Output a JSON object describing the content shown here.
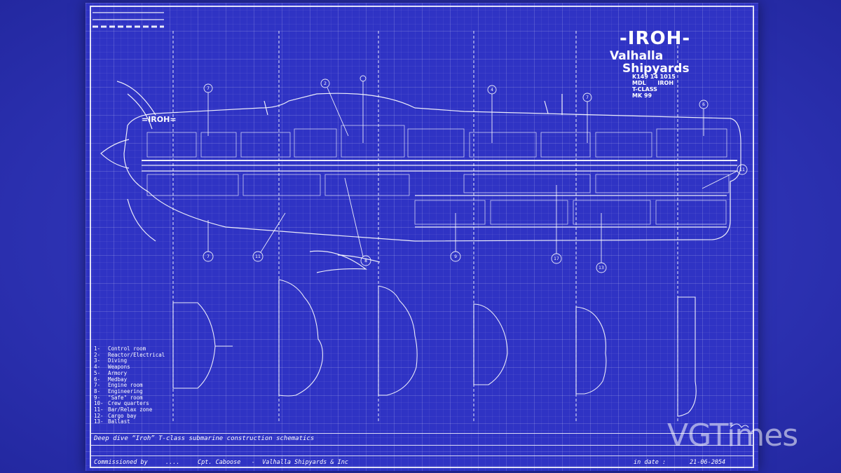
{
  "brand": {
    "title": "-IROH-",
    "subtitle_line1": "Valhalla",
    "subtitle_line2": "Shipyards"
  },
  "specs": [
    "K149 14 1015",
    "MDL      IROH",
    "T-CLASS",
    "MK 99"
  ],
  "hull_label": "=IROH=",
  "legend": [
    {
      "num": "1-",
      "label": "Control room"
    },
    {
      "num": "2-",
      "label": "Reactor/Electrical"
    },
    {
      "num": "3-",
      "label": "Diving"
    },
    {
      "num": "4-",
      "label": "Weapons"
    },
    {
      "num": "5-",
      "label": "Armory"
    },
    {
      "num": "6-",
      "label": "Medbay"
    },
    {
      "num": "7-",
      "label": "Engine room"
    },
    {
      "num": "8-",
      "label": "Engineering"
    },
    {
      "num": "9-",
      "label": "\"Safe\" room"
    },
    {
      "num": "10-",
      "label": "Crew quarters"
    },
    {
      "num": "11-",
      "label": "Bar/Relax zone"
    },
    {
      "num": "12-",
      "label": "Cargo bay"
    },
    {
      "num": "13-",
      "label": "Ballast"
    }
  ],
  "callouts": [
    "7",
    "2",
    "4",
    "7",
    "6",
    "11",
    "7",
    "11",
    "8",
    "9",
    "17",
    "13"
  ],
  "description": "Deep dive “Iroh” T-class submarine construction schematics",
  "footer": {
    "commissioned_label": "Commissioned by",
    "dots": "....",
    "commissioner": "Cpt. Caboose   -  Valhalla Shipyards & Inc",
    "date_label": "in date :",
    "date": "21-06-2054"
  },
  "watermark": "VGTimes",
  "colors": {
    "background": "#2f33c4",
    "ink": "#ffffff"
  }
}
